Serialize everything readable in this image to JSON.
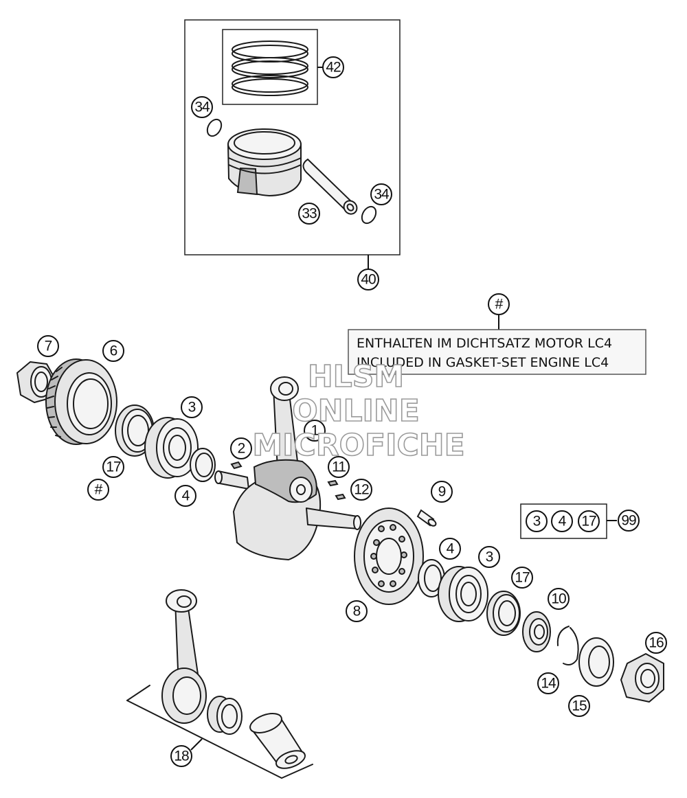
{
  "watermark": {
    "line1": "HLSM",
    "line2": "ONLINE",
    "line3": "MICROFICHE"
  },
  "note": {
    "line1": "ENTHALTEN IM DICHTSATZ MOTOR LC4",
    "line2": "INCLUDED IN GASKET-SET ENGINE LC4"
  },
  "callouts": {
    "c42": "42",
    "c34a": "34",
    "c34b": "34",
    "c33": "33",
    "c40": "40",
    "c_hash_note": "#",
    "c_hash_left": "#",
    "c7": "7",
    "c6": "6",
    "c3a": "3",
    "c17a": "17",
    "c4a": "4",
    "c2": "2",
    "c1": "1",
    "c11": "11",
    "c12": "12",
    "c9": "9",
    "c8": "8",
    "c4b": "4",
    "c3b": "3",
    "c17b": "17",
    "c10": "10",
    "c14": "14",
    "c15": "15",
    "c16": "16",
    "c18": "18"
  },
  "kit": {
    "items": [
      "3",
      "4",
      "17"
    ],
    "result": "99"
  }
}
